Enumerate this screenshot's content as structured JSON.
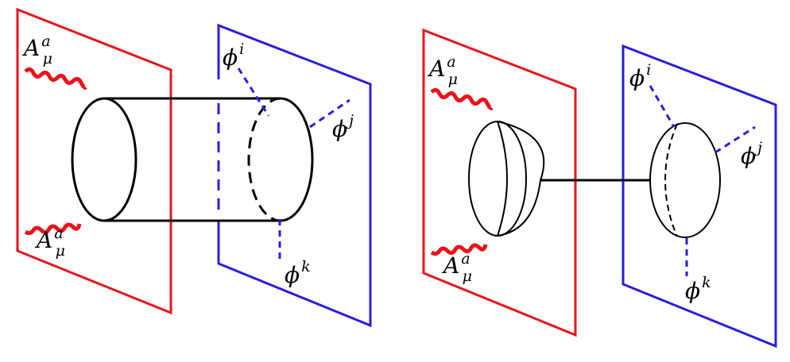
{
  "colors": {
    "gauge_plane": "#e8141c",
    "matter_plane": "#2a1ee0",
    "gauge_field": "#e8141c",
    "scalar_field": "#2a1ee0",
    "tube": "#000000"
  },
  "left_diagram": {
    "gauge_top": {
      "symbol": "A",
      "sub": "μ",
      "sup": "a"
    },
    "gauge_bottom": {
      "symbol": "A",
      "sub": "μ",
      "sup": "a"
    },
    "scalar_i": {
      "symbol": "ϕ",
      "sup": "i"
    },
    "scalar_j": {
      "symbol": "ϕ",
      "sup": "j"
    },
    "scalar_k": {
      "symbol": "ϕ",
      "sup": "k"
    }
  },
  "right_diagram": {
    "gauge_top": {
      "symbol": "A",
      "sub": "μ",
      "sup": "a"
    },
    "gauge_bottom": {
      "symbol": "A",
      "sub": "μ",
      "sup": "a"
    },
    "scalar_i": {
      "symbol": "ϕ",
      "sup": "i"
    },
    "scalar_j": {
      "symbol": "ϕ",
      "sup": "j"
    },
    "scalar_k": {
      "symbol": "ϕ",
      "sup": "k"
    }
  }
}
